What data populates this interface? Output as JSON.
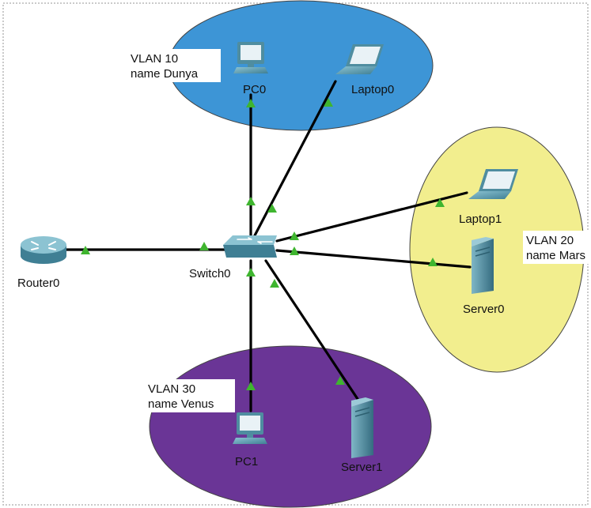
{
  "diagram": {
    "devices": {
      "pc0": "PC0",
      "laptop0": "Laptop0",
      "laptop1": "Laptop1",
      "server0": "Server0",
      "router0": "Router0",
      "switch0": "Switch0",
      "pc1": "PC1",
      "server1": "Server1"
    },
    "vlans": [
      {
        "line1": "VLAN 10",
        "line2": "name Dunya",
        "color": "#3d95d6"
      },
      {
        "line1": "VLAN 20",
        "line2": "name Mars",
        "color": "#f2ee8e"
      },
      {
        "line1": "VLAN 30",
        "line2": "name Venus",
        "color": "#6a3596"
      }
    ],
    "colors": {
      "link": "#000000",
      "port_indicator": "#3fb52f",
      "device_body": "#5fa4b8"
    }
  }
}
